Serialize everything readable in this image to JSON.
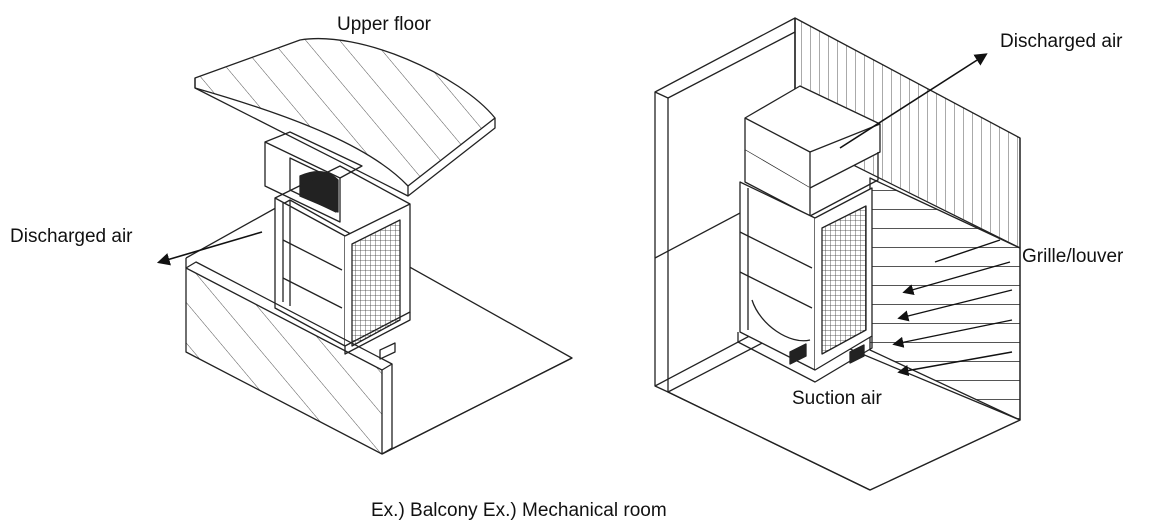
{
  "labels": {
    "upper_floor": "Upper floor",
    "discharged_air_left": "Discharged air",
    "discharged_air_right": "Discharged air",
    "grille_louver": "Grille/louver",
    "suction_air": "Suction air",
    "caption": "Ex.) Balcony Ex.) Mechanical room"
  },
  "colors": {
    "line": "#222222",
    "hatch": "#555555",
    "background": "#ffffff"
  }
}
